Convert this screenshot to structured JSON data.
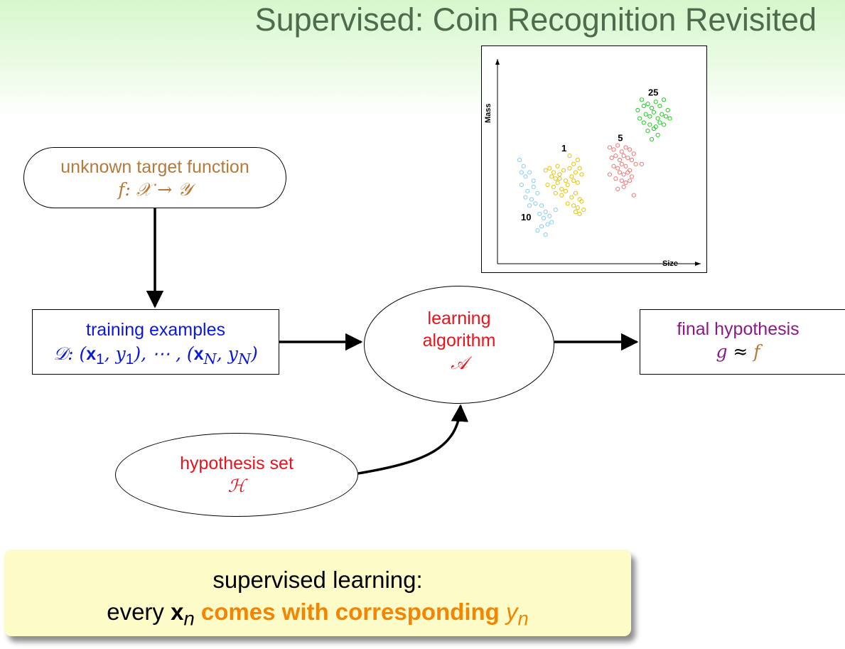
{
  "title": "Supervised: Coin Recognition Revisited",
  "target": {
    "label": "unknown target function",
    "formula": "f: 𝒳 → 𝒴"
  },
  "training": {
    "label": "training examples",
    "formula_prefix": "𝒟: (",
    "x1": "x",
    "sub1": "1",
    "y1": "y",
    "mid": "), ⋯ , (",
    "xN": "x",
    "subN": "N",
    "yN": "y",
    "suffix": ")"
  },
  "algorithm": {
    "line1": "learning",
    "line2": "algorithm",
    "symbol": "𝒜"
  },
  "final": {
    "label": "final hypothesis",
    "g": "g",
    "approx": " ≈ ",
    "f": "f"
  },
  "hypothesis": {
    "label": "hypothesis set",
    "symbol": "ℋ"
  },
  "summary": {
    "line1": "supervised learning:",
    "every": "every ",
    "x": "x",
    "n": "n",
    "comes": " comes with corresponding ",
    "y": "y",
    "yn": "n"
  },
  "colors": {
    "target": "#b5793a",
    "training": "#0a18e0",
    "algorithm": "#e8141b",
    "final": "#8a1a8a",
    "summary_highlight": "#f58400",
    "title": "#4d6b4d"
  },
  "chart_data": {
    "type": "scatter",
    "xlabel": "Size",
    "ylabel": "Mass",
    "grid": false,
    "legend": "none",
    "annotations": [
      "25",
      "5",
      "1",
      "10"
    ],
    "series": [
      {
        "name": "25",
        "color": "#22cc22",
        "x": [
          0.7,
          0.73,
          0.75,
          0.72,
          0.77,
          0.79,
          0.81,
          0.83,
          0.85,
          0.74,
          0.76,
          0.78,
          0.8,
          0.82,
          0.84,
          0.71,
          0.73,
          0.76,
          0.79,
          0.81,
          0.83,
          0.86,
          0.75,
          0.78,
          0.8,
          0.77
        ],
        "y": [
          0.74,
          0.76,
          0.77,
          0.79,
          0.75,
          0.78,
          0.76,
          0.79,
          0.74,
          0.72,
          0.71,
          0.73,
          0.7,
          0.72,
          0.71,
          0.7,
          0.68,
          0.67,
          0.66,
          0.68,
          0.67,
          0.7,
          0.64,
          0.65,
          0.62,
          0.6
        ]
      },
      {
        "name": "5",
        "color": "#ee7777",
        "x": [
          0.56,
          0.58,
          0.6,
          0.62,
          0.64,
          0.66,
          0.68,
          0.57,
          0.59,
          0.61,
          0.63,
          0.65,
          0.67,
          0.69,
          0.58,
          0.6,
          0.62,
          0.64,
          0.66,
          0.61,
          0.63,
          0.65,
          0.67,
          0.56,
          0.59,
          0.62,
          0.64,
          0.66,
          0.72,
          0.63,
          0.6,
          0.68
        ],
        "y": [
          0.56,
          0.55,
          0.57,
          0.54,
          0.56,
          0.55,
          0.53,
          0.51,
          0.52,
          0.5,
          0.52,
          0.51,
          0.5,
          0.48,
          0.47,
          0.46,
          0.48,
          0.47,
          0.45,
          0.44,
          0.43,
          0.44,
          0.42,
          0.43,
          0.41,
          0.4,
          0.39,
          0.4,
          0.48,
          0.37,
          0.36,
          0.33
        ]
      },
      {
        "name": "1",
        "color": "#e8c20a",
        "x": [
          0.24,
          0.26,
          0.28,
          0.3,
          0.33,
          0.36,
          0.38,
          0.4,
          0.27,
          0.29,
          0.31,
          0.34,
          0.37,
          0.39,
          0.41,
          0.25,
          0.28,
          0.3,
          0.32,
          0.35,
          0.38,
          0.4,
          0.42,
          0.29,
          0.32,
          0.34,
          0.37,
          0.39,
          0.41,
          0.35,
          0.38,
          0.4,
          0.42,
          0.39,
          0.41,
          0.43,
          0.31,
          0.36
        ],
        "y": [
          0.45,
          0.46,
          0.44,
          0.47,
          0.45,
          0.46,
          0.48,
          0.5,
          0.42,
          0.41,
          0.43,
          0.4,
          0.42,
          0.44,
          0.46,
          0.38,
          0.37,
          0.39,
          0.36,
          0.38,
          0.4,
          0.39,
          0.43,
          0.34,
          0.33,
          0.35,
          0.32,
          0.34,
          0.31,
          0.29,
          0.28,
          0.27,
          0.3,
          0.25,
          0.24,
          0.26,
          0.41,
          0.52
        ]
      },
      {
        "name": "10",
        "color": "#88ccee",
        "x": [
          0.11,
          0.13,
          0.16,
          0.14,
          0.12,
          0.15,
          0.18,
          0.2,
          0.17,
          0.14,
          0.19,
          0.22,
          0.24,
          0.21,
          0.23,
          0.26,
          0.25,
          0.22,
          0.2,
          0.27,
          0.24,
          0.16,
          0.29,
          0.12,
          0.18
        ],
        "y": [
          0.5,
          0.47,
          0.44,
          0.42,
          0.38,
          0.35,
          0.37,
          0.34,
          0.31,
          0.32,
          0.29,
          0.28,
          0.25,
          0.24,
          0.22,
          0.23,
          0.19,
          0.18,
          0.16,
          0.2,
          0.14,
          0.28,
          0.26,
          0.44,
          0.4
        ]
      }
    ]
  }
}
